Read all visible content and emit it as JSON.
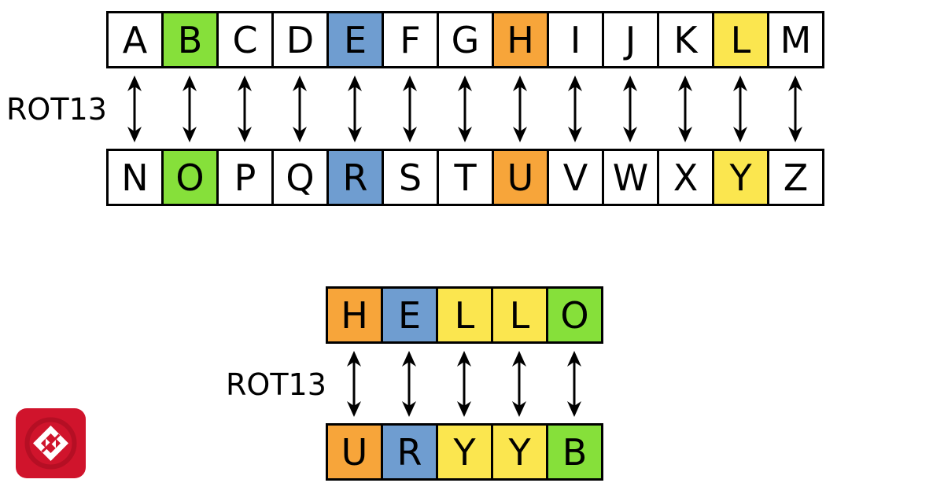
{
  "colors": {
    "green": "#86e03a",
    "blue": "#6f9dd0",
    "orange": "#f7a53a",
    "yellow": "#fbe64f",
    "white": "#ffffff",
    "logo": "#d0142c"
  },
  "alphabet": {
    "label": "ROT13",
    "top_row": [
      {
        "letter": "A",
        "color": "white"
      },
      {
        "letter": "B",
        "color": "green"
      },
      {
        "letter": "C",
        "color": "white"
      },
      {
        "letter": "D",
        "color": "white"
      },
      {
        "letter": "E",
        "color": "blue"
      },
      {
        "letter": "F",
        "color": "white"
      },
      {
        "letter": "G",
        "color": "white"
      },
      {
        "letter": "H",
        "color": "orange"
      },
      {
        "letter": "I",
        "color": "white"
      },
      {
        "letter": "J",
        "color": "white"
      },
      {
        "letter": "K",
        "color": "white"
      },
      {
        "letter": "L",
        "color": "yellow"
      },
      {
        "letter": "M",
        "color": "white"
      }
    ],
    "bottom_row": [
      {
        "letter": "N",
        "color": "white"
      },
      {
        "letter": "O",
        "color": "green"
      },
      {
        "letter": "P",
        "color": "white"
      },
      {
        "letter": "Q",
        "color": "white"
      },
      {
        "letter": "R",
        "color": "blue"
      },
      {
        "letter": "S",
        "color": "white"
      },
      {
        "letter": "T",
        "color": "white"
      },
      {
        "letter": "U",
        "color": "orange"
      },
      {
        "letter": "V",
        "color": "white"
      },
      {
        "letter": "W",
        "color": "white"
      },
      {
        "letter": "X",
        "color": "white"
      },
      {
        "letter": "Y",
        "color": "yellow"
      },
      {
        "letter": "Z",
        "color": "white"
      }
    ]
  },
  "example": {
    "label": "ROT13",
    "plain": [
      {
        "letter": "H",
        "color": "orange"
      },
      {
        "letter": "E",
        "color": "blue"
      },
      {
        "letter": "L",
        "color": "yellow"
      },
      {
        "letter": "L",
        "color": "yellow"
      },
      {
        "letter": "O",
        "color": "green"
      }
    ],
    "cipher": [
      {
        "letter": "U",
        "color": "orange"
      },
      {
        "letter": "R",
        "color": "blue"
      },
      {
        "letter": "Y",
        "color": "yellow"
      },
      {
        "letter": "Y",
        "color": "yellow"
      },
      {
        "letter": "B",
        "color": "green"
      }
    ]
  },
  "logo_icon": "diamond-arrows-icon"
}
